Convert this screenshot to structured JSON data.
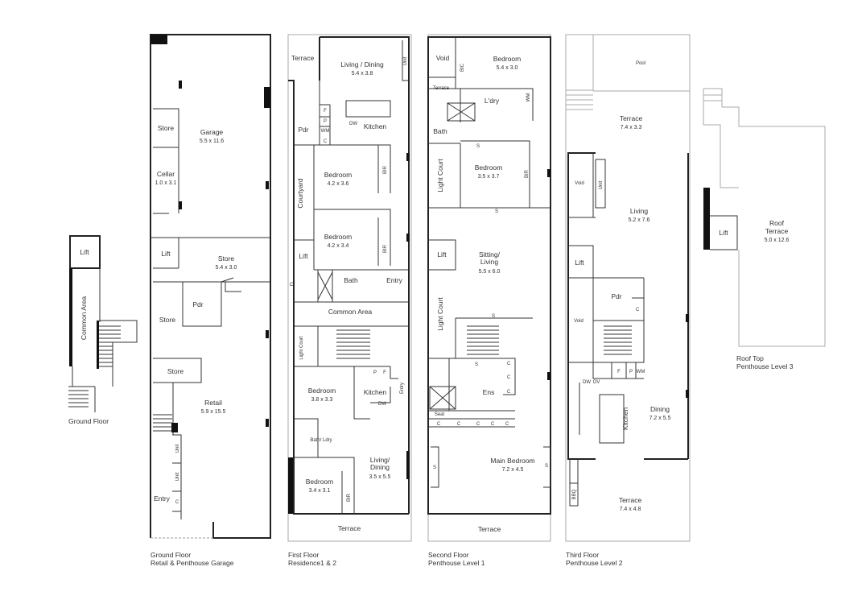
{
  "plans": {
    "ground_small": {
      "caption": "Ground Floor",
      "rooms": {
        "lift": "Lift",
        "common_area": "Common Area"
      }
    },
    "ground": {
      "caption_1": "Ground Floor",
      "caption_2": "Retail & Penthouse Garage",
      "rooms": {
        "store_1": "Store",
        "garage": "Garage",
        "garage_dim": "5.5 x 11.6",
        "cellar": "Cellar",
        "cellar_dim": "1.0 x 3.1",
        "lift": "Lift",
        "store_2": "Store",
        "store_2_dim": "5.4 x 3.0",
        "pdr": "Pdr",
        "store_3": "Store",
        "store_4": "Store",
        "retail": "Retail",
        "retail_dim": "5.9 x 15.5",
        "unit_1": "Unit",
        "unit_2": "Unit",
        "entry": "Entry",
        "c": "C"
      }
    },
    "first": {
      "caption_1": "First Floor",
      "caption_2": "Residence1 & 2",
      "rooms": {
        "terrace_top": "Terrace",
        "living_dining": "Living / Dining",
        "living_dining_dim": "5.4 x 3.8",
        "unit": "Unit",
        "f": "F",
        "p": "P",
        "wm": "WM",
        "c": "C",
        "pdr": "Pdr",
        "dw": "DW",
        "kitchen": "Kitchen",
        "courtyard": "Courtyard",
        "bedroom_1": "Bedroom",
        "bedroom_1_dim": "4.2 x 3.6",
        "bir_1": "BIR",
        "bedroom_2": "Bedroom",
        "bedroom_2_dim": "4.2 x 3.4",
        "bir_2": "BIR",
        "lift": "Lift",
        "c2": "C",
        "bath": "Bath",
        "entry": "Entry",
        "common_area": "Common Area",
        "light_court": "Light Court",
        "bedroom_3": "Bedroom",
        "bedroom_3_dim": "3.8 x 3.3",
        "p2": "P",
        "f2": "F",
        "kitchen_2": "Kitchen",
        "dw_2": "DW",
        "entry_2": "Entry",
        "bath_ldry": "Bath/ Ldry",
        "living_dining_2": "Living/",
        "living_dining_2b": "Dining",
        "living_dining_2_dim": "3.5 x 5.5",
        "bedroom_4": "Bedroom",
        "bedroom_4_dim": "3.4 x 3.1",
        "bir_4": "BIR",
        "terrace_bottom": "Terrace"
      }
    },
    "second": {
      "caption_1": "Second Floor",
      "caption_2": "Penthouse Level 1",
      "rooms": {
        "void": "Void",
        "bic": "BIC",
        "bedroom_1": "Bedroom",
        "bedroom_1_dim": "5.4 x 3.0",
        "terrace_top": "Terrace",
        "ldry": "L'dry",
        "wm": "WM",
        "bath": "Bath",
        "s1": "S",
        "bedroom_2": "Bedroom",
        "bedroom_2_dim": "3.5 x 3.7",
        "bir": "BIR",
        "light_court_1": "Light Court",
        "s2": "S",
        "lift": "Lift",
        "sitting": "Sitting/",
        "living": "Living",
        "sitting_dim": "5.5 x 6.0",
        "light_court_2": "Light Court",
        "s3": "S",
        "s4": "S",
        "ens": "Ens",
        "seat": "Seat",
        "c": "C",
        "main_bedroom": "Main Bedroom",
        "main_bedroom_dim": "7.2 x 4.5",
        "s5": "S",
        "s6": "S",
        "terrace_bottom": "Terrace"
      }
    },
    "third": {
      "caption_1": "Third Floor",
      "caption_2": "Penthouse Level 2",
      "rooms": {
        "pool": "Pool",
        "terrace_top": "Terrace",
        "terrace_top_dim": "7.4 x 3.3",
        "void_1": "Void",
        "unit": "Unit",
        "living": "Living",
        "living_dim": "5.2 x 7.6",
        "lift": "Lift",
        "pdr": "Pdr",
        "c": "C",
        "void_2": "Void",
        "f": "F",
        "p": "P",
        "wm": "WM",
        "dw": "DW",
        "ov": "OV",
        "kitchen": "Kitchen",
        "dining": "Dining",
        "dining_dim": "7.2 x 5.5",
        "bbq": "BBQ",
        "terrace_bottom": "Terrace",
        "terrace_bottom_dim": "7.4 x 4.8"
      }
    },
    "roof": {
      "caption_1": "Roof Top",
      "caption_2": "Penthouse Level 3",
      "rooms": {
        "lift": "Lift",
        "roof": "Roof",
        "terrace": "Terrace",
        "terrace_dim": "5.0 x 12.6"
      }
    }
  }
}
